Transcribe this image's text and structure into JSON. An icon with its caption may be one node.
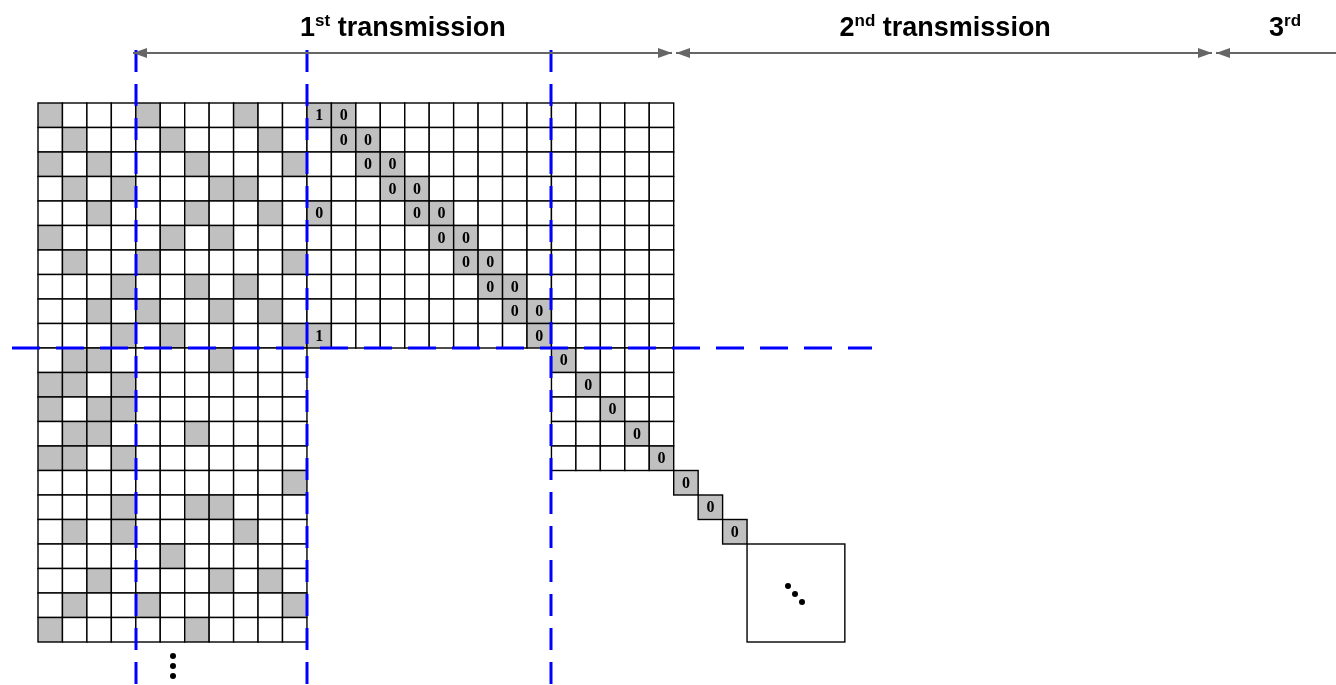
{
  "diagram": {
    "labels": [
      "1$^{st}$ transmission",
      "2$^{nd}$ transmission",
      "3$^{rd}$",
      "1",
      "0",
      "0",
      "0",
      "0",
      "0",
      "0",
      "0",
      "0",
      "0",
      "0",
      "0",
      "0",
      "0",
      "0",
      "0",
      "0",
      "0",
      "0",
      "1",
      "0",
      "0",
      "0",
      "0",
      "0",
      "0",
      "0",
      "0",
      "0"
    ]
  }
}
